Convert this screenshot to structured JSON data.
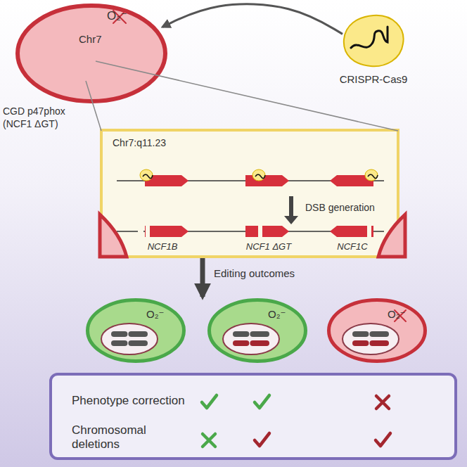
{
  "diagram": {
    "nodes": [
      {
        "text": [
          "O₂⁻"
        ]
      },
      {
        "text": [
          "Chr7"
        ],
        "in": 0
      },
      {
        "text": [
          "CRISPR-Cas9"
        ]
      },
      {
        "text": [
          "Chr7:q11.23",
          "DSB generation",
          "NCF1B",
          "NCF1 ΔGT",
          "NCF1C"
        ]
      },
      {
        "text": [
          "O₂⁻"
        ]
      },
      {
        "text": [
          "O₂⁻"
        ]
      },
      {
        "text": [
          "O₂⁻"
        ]
      },
      {
        "text": [
          "Phenotype correction",
          "Chromosomal deletions"
        ]
      }
    ],
    "edges": [
      {
        "from": 2,
        "to": 0,
        "arrow": "to"
      },
      {
        "from": 3,
        "to": 5,
        "arrow": "to"
      }
    ],
    "labels": [
      "CGD p47phox (NCF1 ΔGT)",
      "Editing outcomes"
    ]
  }
}
